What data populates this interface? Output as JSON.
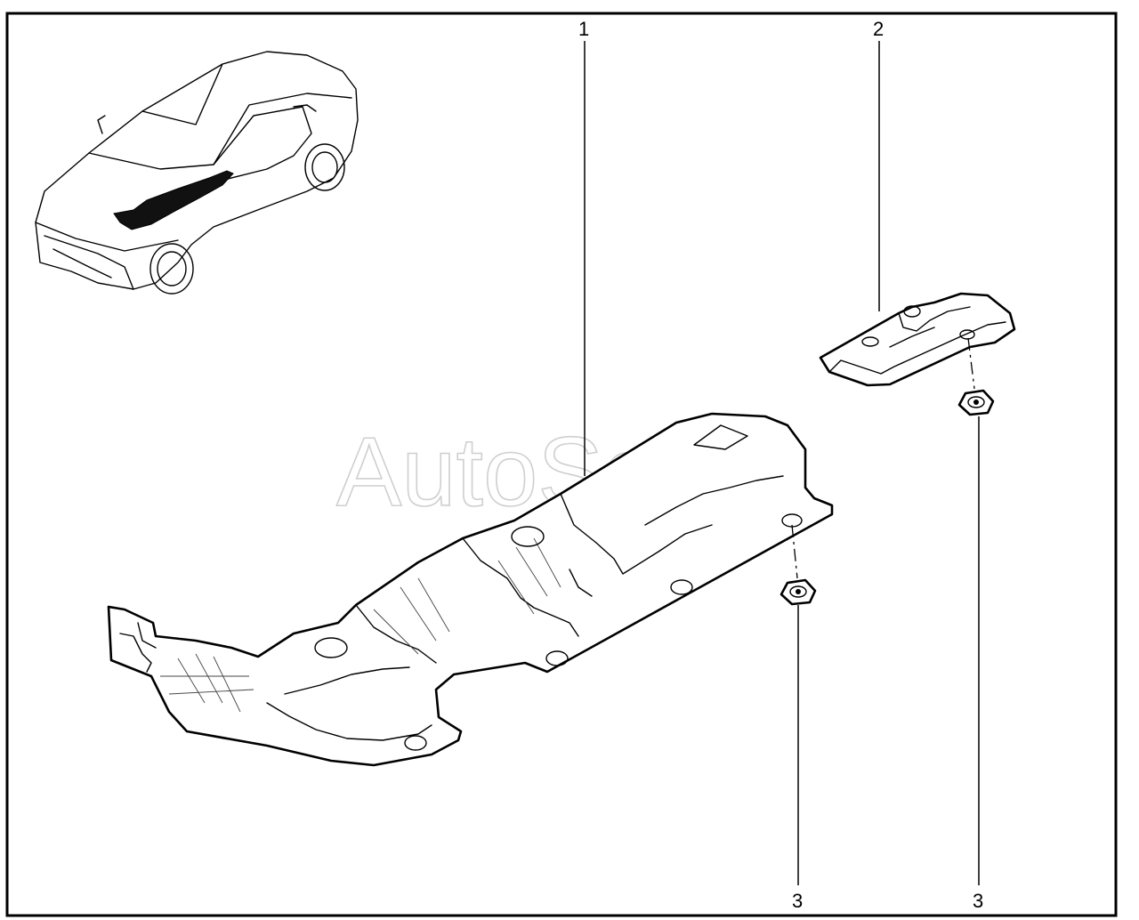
{
  "watermark": "AutoSoft",
  "callouts": [
    {
      "id": "c1",
      "label": "1"
    },
    {
      "id": "c2",
      "label": "2"
    },
    {
      "id": "c3a",
      "label": "3"
    },
    {
      "id": "c3b",
      "label": "3"
    }
  ],
  "icons": [
    "vehicle-locator-icon",
    "heat-shield-main-icon",
    "heat-shield-small-icon",
    "nut-icon"
  ]
}
